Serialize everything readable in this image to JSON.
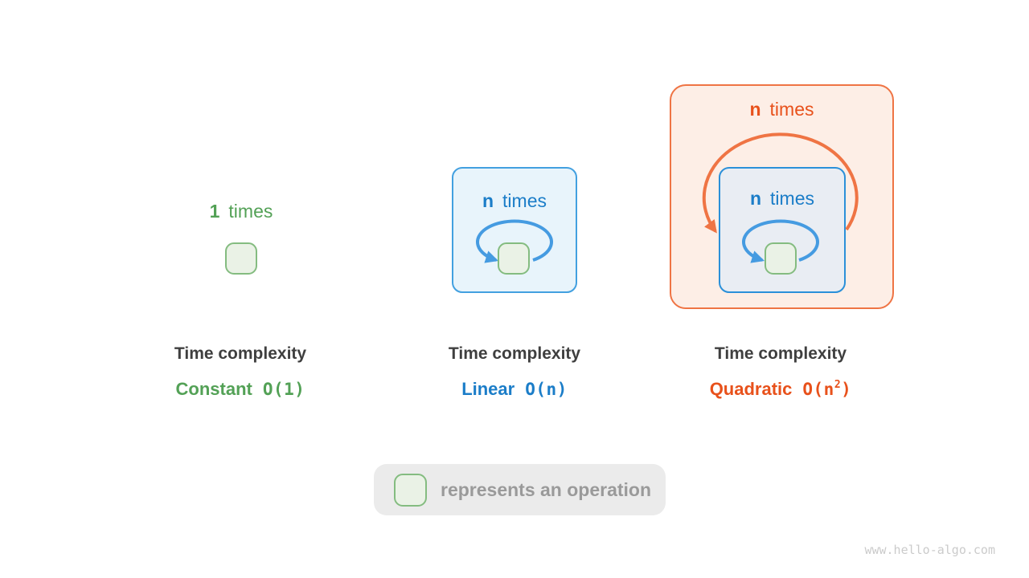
{
  "colors": {
    "green_text": "#53a156",
    "green_border": "#84bc80",
    "green_fill": "#eaf2e6",
    "blue_text": "#1b7dc8",
    "blue_border": "#42a0e0",
    "blue_fill": "#e8f4fb",
    "blue_inner_fill": "#e9edf3",
    "blue_inner_border": "#2b90d9",
    "blue_arrow": "#459be1",
    "orange_text": "#e8511b",
    "orange_border": "#ef7444",
    "orange_fill": "#fdeee6",
    "orange_arrow": "#ef7444",
    "heading_text": "#3f3f3f",
    "legend_bg": "#ebebeb",
    "legend_text": "#9a9a9a",
    "watermark_text": "#cbcbcb"
  },
  "panels": {
    "constant": {
      "count": "1",
      "times": "times",
      "heading": "Time complexity",
      "name": "Constant",
      "big_o": "O(1)"
    },
    "linear": {
      "count": "n",
      "times": "times",
      "heading": "Time complexity",
      "name": "Linear",
      "big_o": "O(n)"
    },
    "quadratic": {
      "outer_count": "n",
      "outer_times": "times",
      "inner_count": "n",
      "inner_times": "times",
      "heading": "Time complexity",
      "name": "Quadratic",
      "big_o_pre": "O(n",
      "big_o_sup": "2",
      "big_o_post": ")"
    }
  },
  "legend": {
    "label": "represents an operation"
  },
  "watermark": "www.hello-algo.com"
}
